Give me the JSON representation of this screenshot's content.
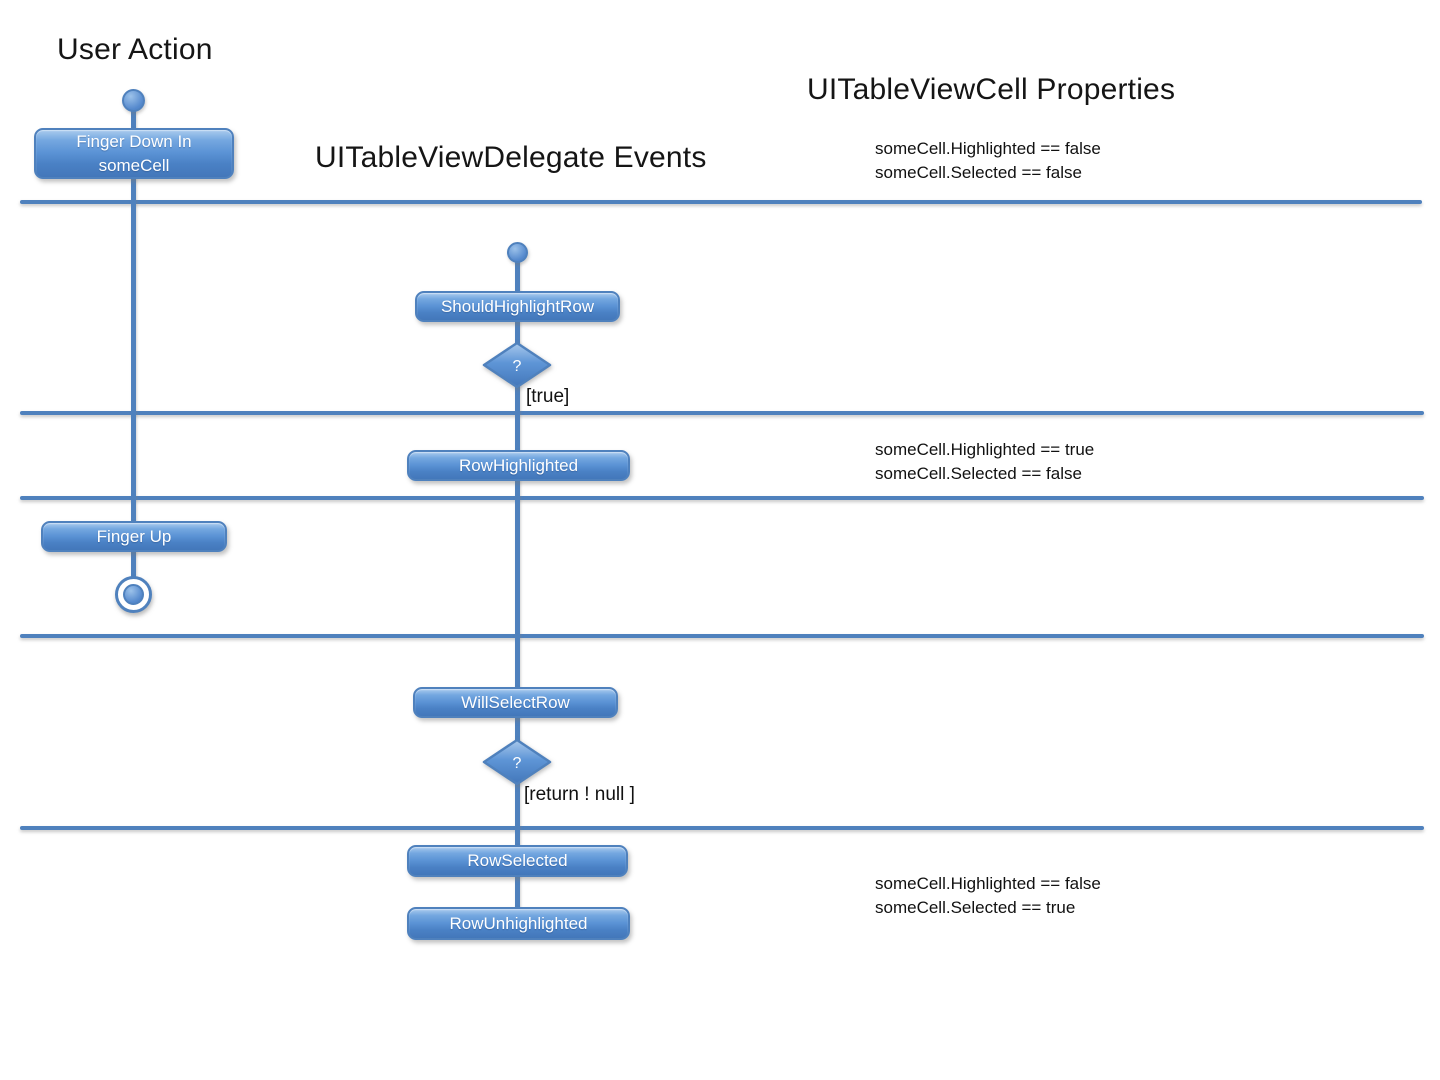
{
  "diagram": {
    "kind": "activity-flowchart",
    "colors": {
      "accent": "#4f81bd",
      "node_gradient_top": "#aacbee",
      "node_gradient_bottom": "#4377ba",
      "node_border": "#4f81bd",
      "node_text": "#ffffff",
      "heading_text": "#151515"
    }
  },
  "headings": {
    "user_action": "User Action",
    "delegate_events": "UITableViewDelegate Events",
    "cell_properties": "UITableViewCell Properties"
  },
  "nodes": {
    "finger_down": {
      "label": "Finger Down In someCell"
    },
    "should_highlight_row": {
      "label": "ShouldHighlightRow"
    },
    "decision_highlight": {
      "label": "?"
    },
    "row_highlighted": {
      "label": "RowHighlighted"
    },
    "finger_up": {
      "label": "Finger Up"
    },
    "will_select_row": {
      "label": "WillSelectRow"
    },
    "decision_select": {
      "label": "?"
    },
    "row_selected": {
      "label": "RowSelected"
    },
    "row_unhighlighted": {
      "label": "RowUnhighlighted"
    }
  },
  "edge_labels": {
    "true_branch": "[true]",
    "return_not_null_branch": "[return ! null ]"
  },
  "cell_states": {
    "initial": {
      "line1": "someCell.Highlighted == false",
      "line2": "someCell.Selected == false"
    },
    "highlighted": {
      "line1": "someCell.Highlighted == true",
      "line2": "someCell.Selected == false"
    },
    "selected": {
      "line1": "someCell.Highlighted == false",
      "line2": "someCell.Selected == true"
    }
  }
}
